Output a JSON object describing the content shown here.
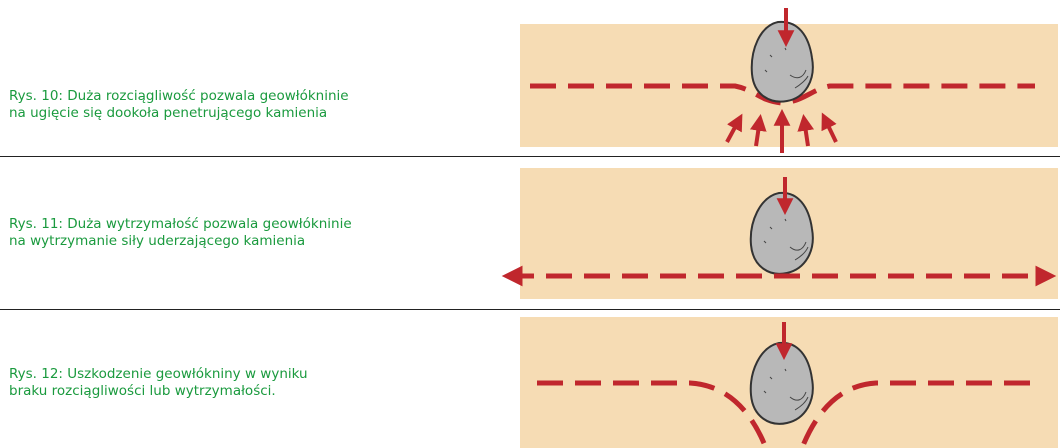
{
  "figures": [
    {
      "caption_line1": "Rys. 10: Duża rozciągliwość pozwala geowłókninie",
      "caption_line2": "na ugięcie się dookoła penetrującego kamienia"
    },
    {
      "caption_line1": "Rys. 11: Duża wytrzymałość pozwala geowłókninie",
      "caption_line2": "na wytrzymanie siły uderzającego kamienia"
    },
    {
      "caption_line1": "Rys. 12: Uszkodzenie geowłókniny w wyniku",
      "caption_line2": "braku rozciągliwości lub wytrzymałości."
    }
  ],
  "colors": {
    "caption": "#1a9a3e",
    "soil": "#f6dcb4",
    "geotextile": "#c0272d",
    "stone": "#b8b8b8"
  }
}
